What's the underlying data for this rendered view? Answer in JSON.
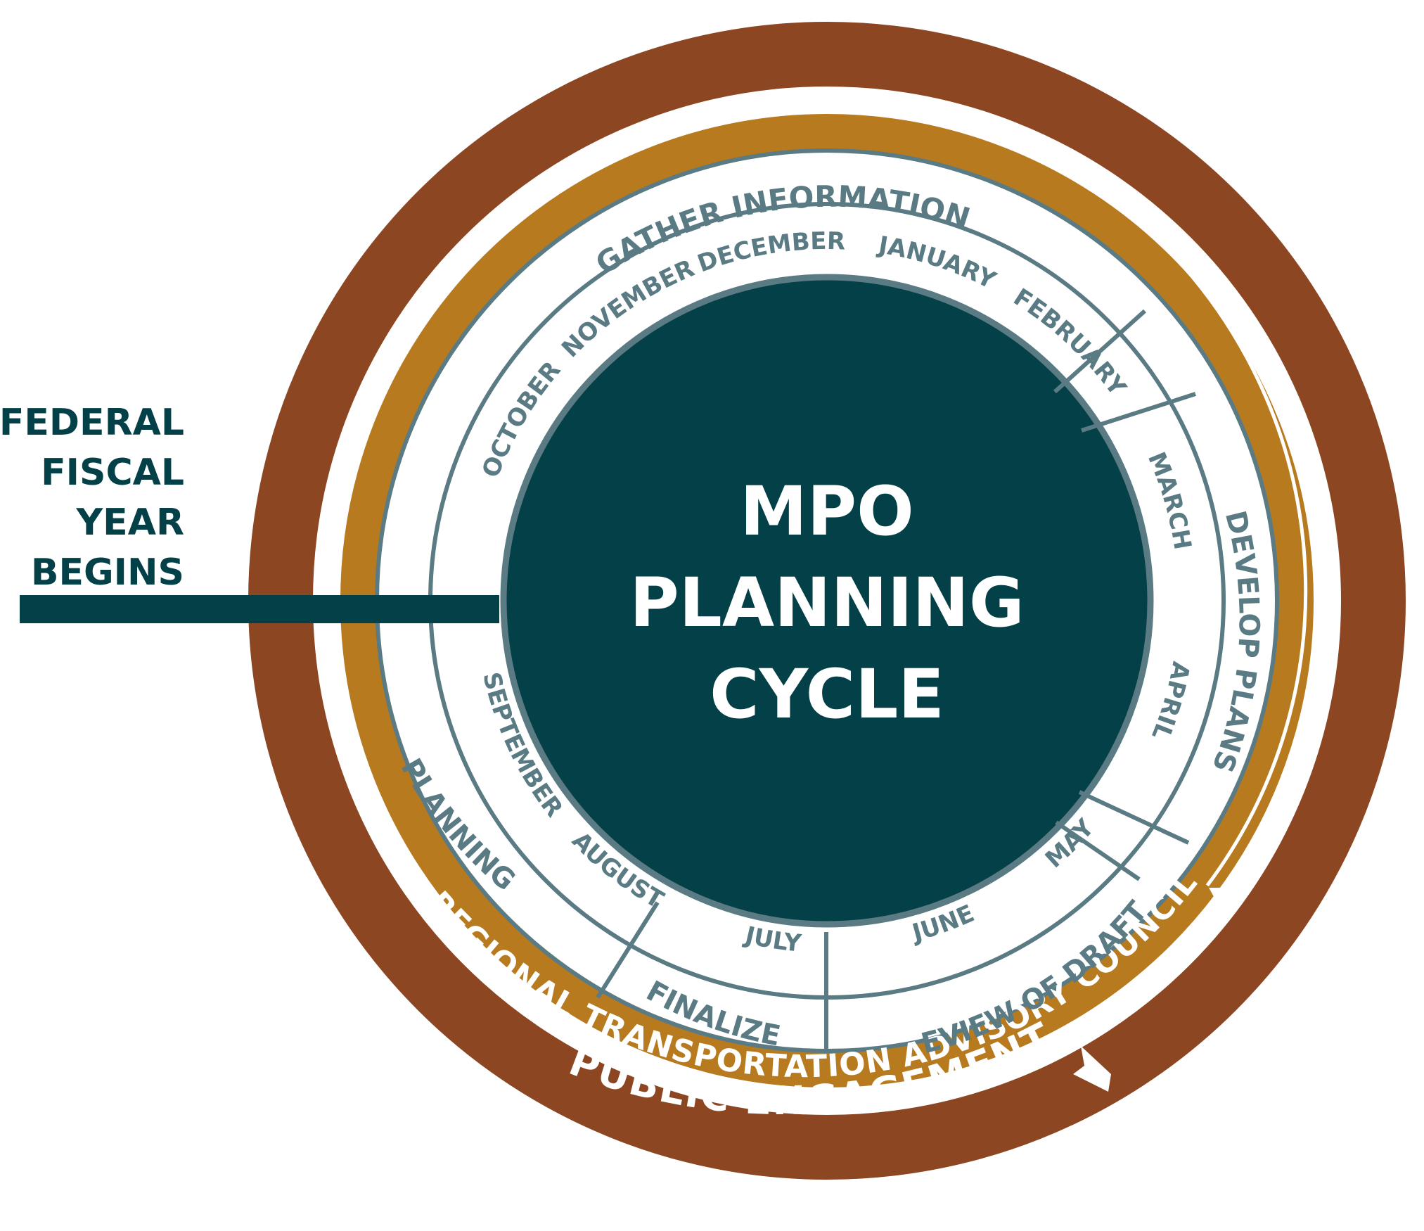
{
  "title": {
    "line1": "MPO",
    "line2": "PLANNING",
    "line3": "CYCLE"
  },
  "fiscal_year_note": {
    "line1": "FEDERAL",
    "line2": "FISCAL",
    "line3": "YEAR",
    "line4": "BEGINS"
  },
  "rings": {
    "outer_label": "PUBLIC ENGAGEMENT",
    "middle_label": "REGIONAL TRANSPORTATION ADVISORY COUNCIL"
  },
  "phases": {
    "gather": "GATHER INFORMATION",
    "develop": "DEVELOP PLANS",
    "review": "REVIEW OF DRAFTS",
    "finalize": "FINALIZE",
    "planning": "PLANNING"
  },
  "months": {
    "october": "OCTOBER",
    "november": "NOVEMBER",
    "december": "DECEMBER",
    "january": "JANUARY",
    "february": "FEBRUARY",
    "march": "MARCH",
    "april": "APRIL",
    "may": "MAY",
    "june": "JUNE",
    "july": "JULY",
    "august": "AUGUST",
    "september": "SEPTEMBER"
  },
  "colors": {
    "dark_teal": "#034047",
    "slate_gray": "#5b7b84",
    "brown": "#8c4622",
    "gold": "#b87a1f",
    "white": "#ffffff"
  }
}
